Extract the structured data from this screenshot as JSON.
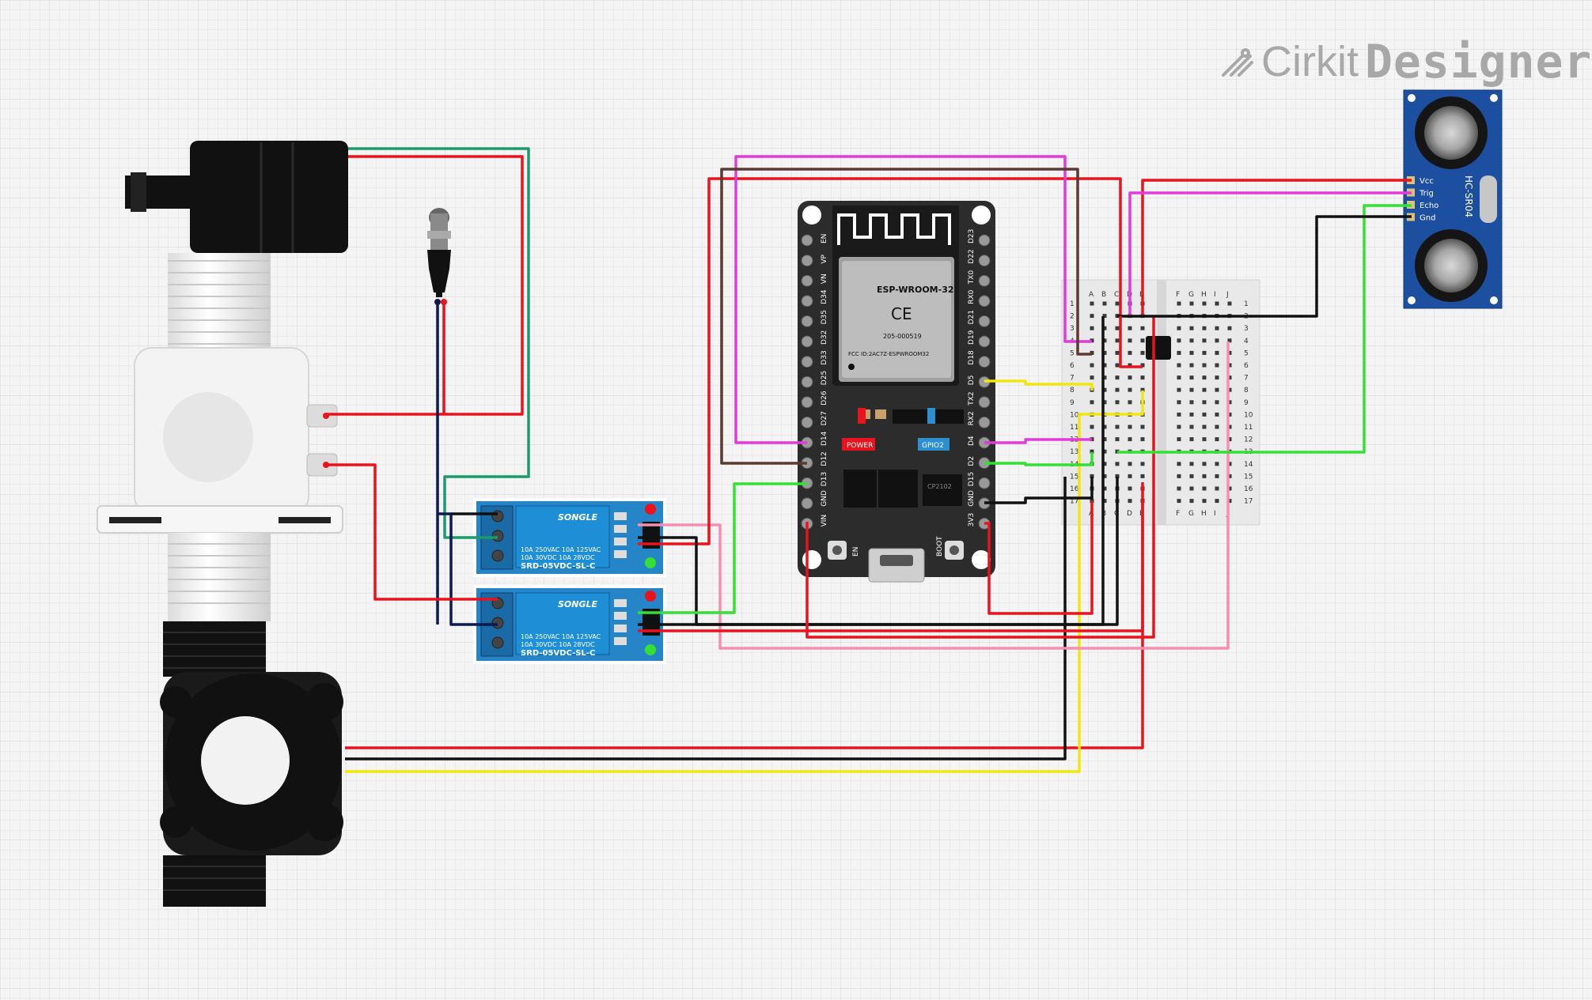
{
  "branding": {
    "part1": "Cirkit",
    "part2": "Designer"
  },
  "esp32": {
    "module_name": "ESP-WROOM-32",
    "fcc": "FCC ID:2AC7Z-ESPWROOM32",
    "cert": "205-000519",
    "chip": "CP2102",
    "power_label": "POWER",
    "gpio_label": "GPIO2",
    "en_label": "EN",
    "boot_label": "BOOT",
    "left_pins": [
      "EN",
      "VP",
      "VN",
      "D34",
      "D35",
      "D32",
      "D33",
      "D25",
      "D26",
      "D27",
      "D14",
      "D12",
      "D13",
      "GND",
      "VIN"
    ],
    "right_pins": [
      "D23",
      "D22",
      "TX0",
      "RX0",
      "D21",
      "D19",
      "D18",
      "D5",
      "TX2",
      "RX2",
      "D4",
      "D2",
      "D15",
      "GND",
      "3V3"
    ]
  },
  "relay": {
    "brand": "SONGLE",
    "rating1": "10A 250VAC  10A 125VAC",
    "rating2": "10A 30VDC   10A 28VDC",
    "model": "SRD-05VDC-SL-C"
  },
  "sensor": {
    "label": "HC-SR04",
    "pins": [
      "Vcc",
      "Trig",
      "Echo",
      "Gnd"
    ]
  },
  "breadboard": {
    "cols_left": [
      "A",
      "B",
      "C",
      "D",
      "E"
    ],
    "cols_right": [
      "F",
      "G",
      "H",
      "I",
      "J"
    ],
    "rows": [
      "1",
      "2",
      "3",
      "4",
      "5",
      "6",
      "7",
      "8",
      "9",
      "10",
      "11",
      "12",
      "13",
      "14",
      "15",
      "16",
      "17"
    ]
  },
  "colors": {
    "red": "#e8131d",
    "black": "#111111",
    "green": "#34e034",
    "dark_green": "#1d9a6c",
    "magenta": "#e03cd8",
    "pink": "#f0609a",
    "light_pink": "#f48fb1",
    "yellow": "#f2e612",
    "brown": "#5c3a32",
    "navy": "#0c1a4f",
    "board": "#2c2c2c",
    "relay_blue": "#1e8fd6",
    "sensor_blue": "#1d4fa0"
  }
}
